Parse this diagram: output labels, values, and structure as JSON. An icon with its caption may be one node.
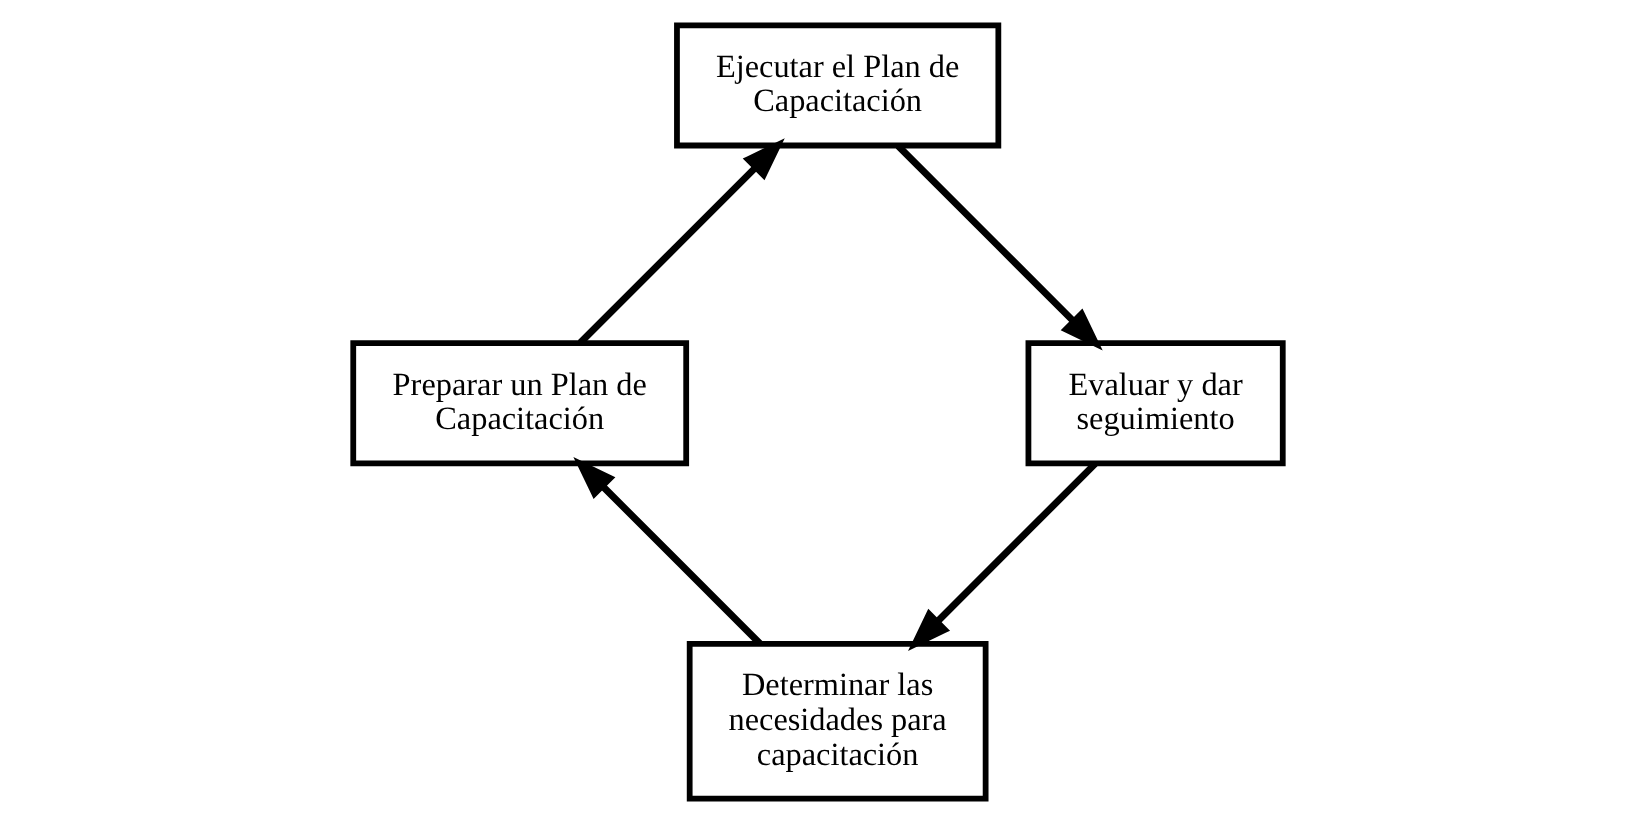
{
  "diagram": {
    "nodes": [
      {
        "text": [
          "Determinar las necesidades para capacitación"
        ]
      },
      {
        "text": [
          "Preparar un Plan de Capacitación"
        ]
      },
      {
        "text": [
          "Ejecutar el Plan de Capacitación"
        ]
      },
      {
        "text": [
          "Evaluar y dar seguimiento"
        ]
      }
    ],
    "edges": [
      {
        "from": 0,
        "to": 1,
        "arrow": "to"
      },
      {
        "from": 1,
        "to": 2,
        "arrow": "to"
      },
      {
        "from": 2,
        "to": 3,
        "arrow": "to"
      },
      {
        "from": 3,
        "to": 0,
        "arrow": "to"
      }
    ]
  }
}
